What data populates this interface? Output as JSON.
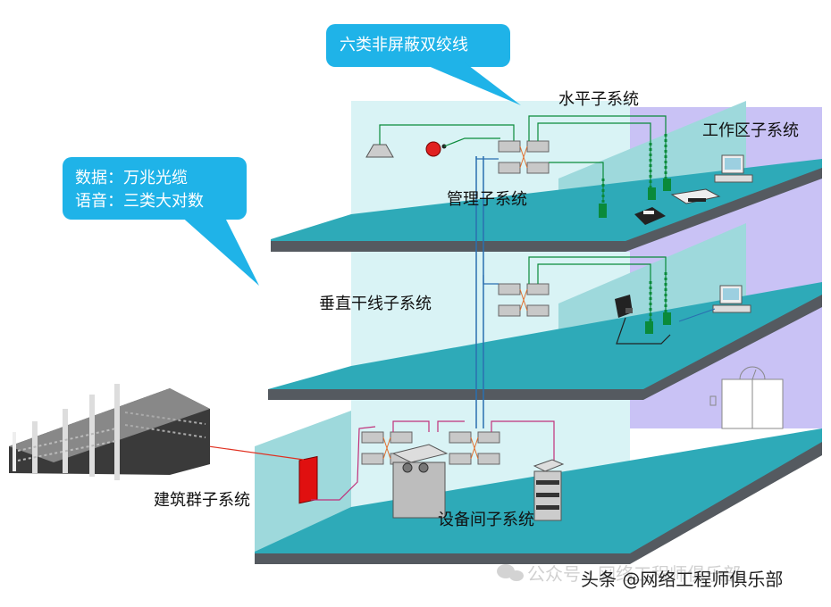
{
  "callouts": {
    "cable": "六类非屏蔽双绞线",
    "backbone_line1": "数据：万兆光缆",
    "backbone_line2": "语音：三类大对数"
  },
  "subsystems": {
    "horizontal": "水平子系统",
    "work_area": "工作区子系统",
    "administration": "管理子系统",
    "vertical": "垂直干线子系统",
    "campus": "建筑群子系统",
    "equipment_room": "设备间子系统"
  },
  "watermark": {
    "faded": "公众号 · 网络工程师俱乐部",
    "main": "头条 @网络工程师俱乐部"
  },
  "colors": {
    "bubble": "#1fb3e8",
    "floor_top": "#2eaab8",
    "floor_edge": "#555a60",
    "wall_back": "#d9f3f5",
    "wall_side": "#9ed9dc",
    "wall_purple": "#c9c2f5",
    "cable_green": "#0a8a3a",
    "cable_blue": "#2a6fb0",
    "cable_pink": "#c0307a",
    "cable_red": "#e03020"
  }
}
